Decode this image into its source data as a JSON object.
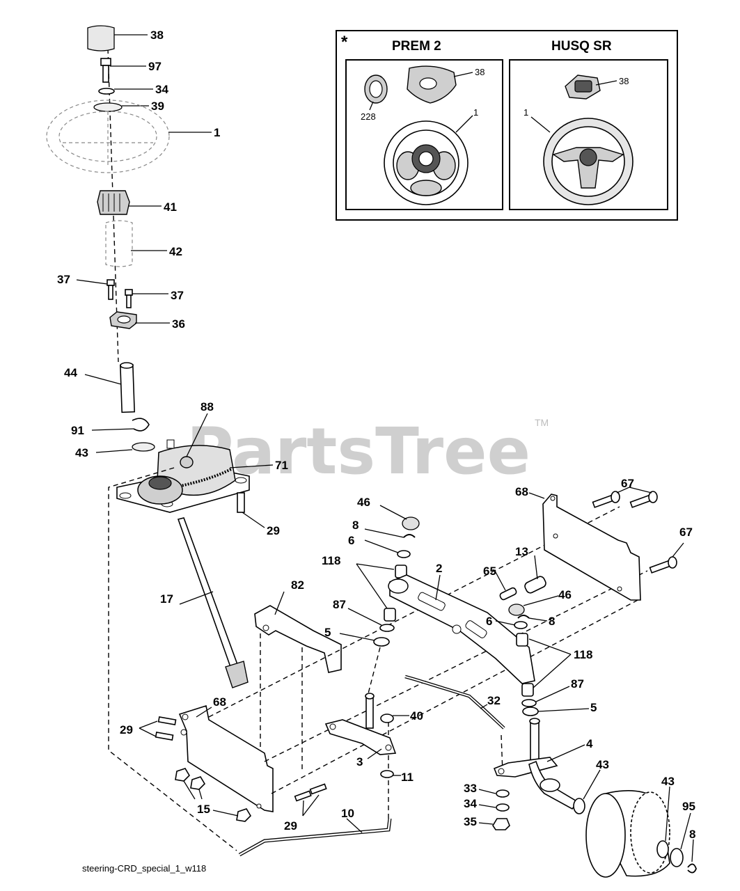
{
  "watermark": {
    "brand": "PartsTree",
    "trademark": "TM"
  },
  "caption": "steering-CRD_special_1_w118",
  "inset": {
    "marker": "*",
    "columns": [
      {
        "title": "PREM 2",
        "callouts": [
          "38",
          "228",
          "1"
        ]
      },
      {
        "title": "HUSQ SR",
        "callouts": [
          "38",
          "1"
        ]
      }
    ]
  },
  "callouts": {
    "c38": "38",
    "c97": "97",
    "c34a": "34",
    "c39": "39",
    "c1": "1",
    "c41": "41",
    "c42": "42",
    "c37a": "37",
    "c37b": "37",
    "c36": "36",
    "c44": "44",
    "c88": "88",
    "c91": "91",
    "c43a": "43",
    "c71": "71",
    "c29a": "29",
    "c17": "17",
    "c82": "82",
    "c68a": "68",
    "c29b": "29",
    "c15": "15",
    "c29c": "29",
    "c10": "10",
    "c46a": "46",
    "c8a": "8",
    "c6a": "6",
    "c118a": "118",
    "c87a": "87",
    "c5a": "5",
    "c2": "2",
    "c3": "3",
    "c40": "40",
    "c11": "11",
    "c32": "32",
    "c65": "65",
    "c13": "13",
    "c46b": "46",
    "c6b": "6",
    "c8b": "8",
    "c118b": "118",
    "c87b": "87",
    "c5b": "5",
    "c4": "4",
    "c33": "33",
    "c34b": "34",
    "c35": "35",
    "c43b": "43",
    "c43c": "43",
    "c95": "95",
    "c8c": "8",
    "c68b": "68",
    "c67a": "67",
    "c67b": "67"
  }
}
